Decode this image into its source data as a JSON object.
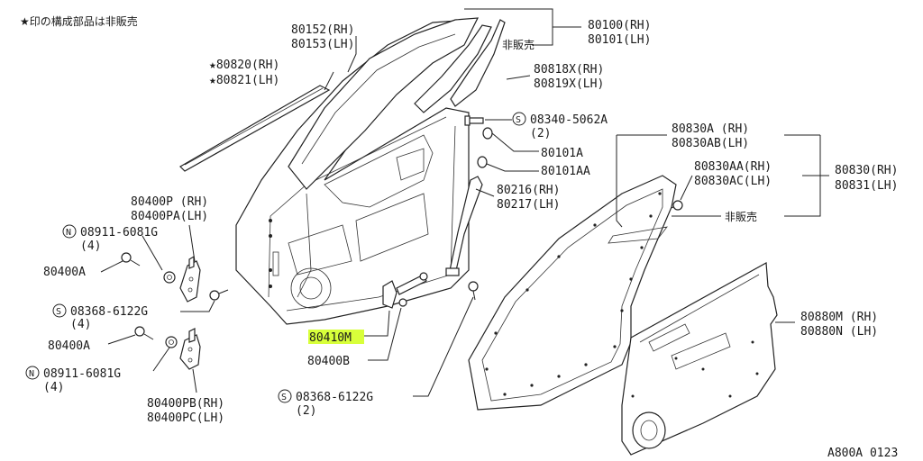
{
  "diagram": {
    "legend_note": "★印の構成部品は非販売",
    "not_for_sale": "非販売",
    "footer_code": "A800A 0123",
    "labels": {
      "p80152": "80152(RH)",
      "p80153": "80153(LH)",
      "p80100": "80100(RH)",
      "p80101": "80101(LH)",
      "p80820": "80820(RH)",
      "p80821": "80821(LH)",
      "p80818x": "80818X(RH)",
      "p80819x": "80819X(LH)",
      "p08340": "08340-5062A",
      "p08340_qty": "(2)",
      "p80101a": "80101A",
      "p80101aa": "80101AA",
      "p80830a": "80830A (RH)",
      "p80830ab": "80830AB(LH)",
      "p80830aa": "80830AA(RH)",
      "p80830ac": "80830AC(LH)",
      "p80830": "80830(RH)",
      "p80831": "80831(LH)",
      "p80216": "80216(RH)",
      "p80217": "80217(LH)",
      "p80400p": "80400P (RH)",
      "p80400pa": "80400PA(LH)",
      "p08911a": "08911-6081G",
      "p08911a_qty": "(4)",
      "p80400a_1": "80400A",
      "p08368a": "08368-6122G",
      "p08368a_qty": "(4)",
      "p80410m": "80410M",
      "p80400a_2": "80400A",
      "p80400b": "80400B",
      "p08911b": "08911-6081G",
      "p08911b_qty": "(4)",
      "p08368b": "08368-6122G",
      "p08368b_qty": "(2)",
      "p80880m": "80880M (RH)",
      "p80880n": "80880N (LH)",
      "p80400pb": "80400PB(RH)",
      "p80400pc": "80400PC(LH)"
    },
    "prefix_marks": {
      "n": "N",
      "s": "S",
      "star": "★"
    },
    "highlight_color": "#d8ff3a"
  }
}
